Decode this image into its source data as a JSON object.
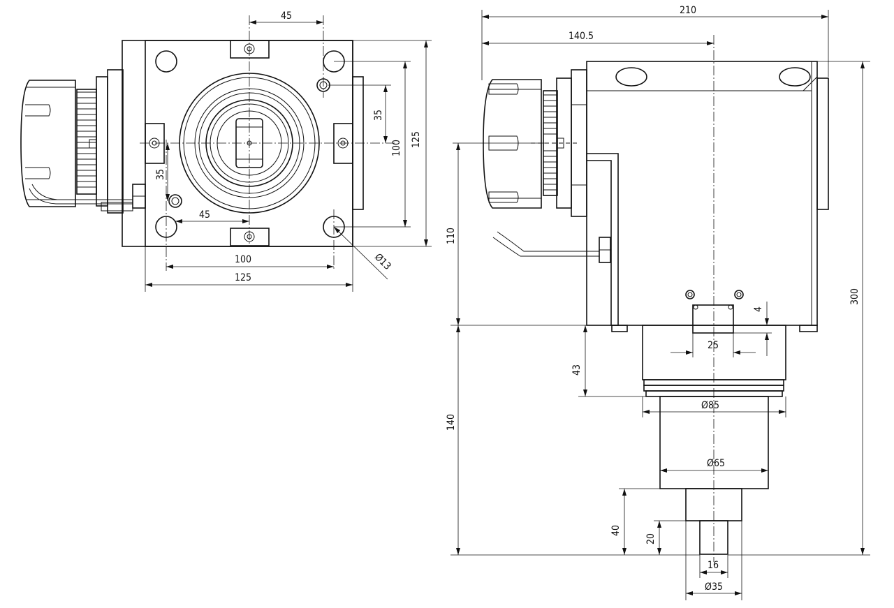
{
  "colors": {
    "line": "#111111",
    "background": "#ffffff"
  },
  "views": {
    "front": {
      "dims": {
        "bolt_spacing_top": "45",
        "bolt_spacing_bottom": "45",
        "bolt_offset_vertical": "35",
        "bolt_offset_left": "35",
        "hole_spacing_v": "100",
        "body_height": "125",
        "hole_spacing_h": "100",
        "body_width": "125",
        "hole_diameter": "Ø13"
      }
    },
    "side": {
      "dims": {
        "overall_length": "210",
        "center_offset": "140.5",
        "spindle_height": "110",
        "overall_height": "300",
        "key_depth": "4",
        "key_width": "25",
        "collar_height": "43",
        "shank_height": "140",
        "collar_diameter": "Ø85",
        "shank_diameter": "Ø65",
        "stub_length": "40",
        "drive_length": "20",
        "drive_width": "16",
        "stub_diameter": "Ø35"
      }
    }
  }
}
